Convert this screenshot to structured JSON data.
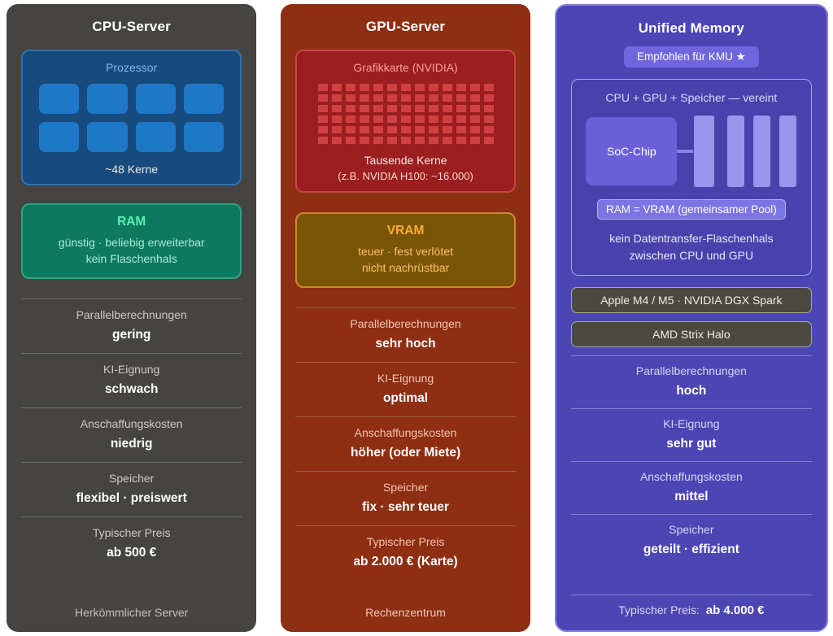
{
  "colors": {
    "cpu_card_bg": "#454441",
    "gpu_card_bg": "#8e2e12",
    "unified_card_bg": "#4c45b4",
    "processor_accent": "#1e78c8",
    "ram_accent": "#2aa583",
    "gpu_core_accent": "#d04040",
    "vram_accent": "#ffaa33",
    "unified_accent": "#7c74e3"
  },
  "cpu": {
    "title": "CPU-Server",
    "processor": {
      "label": "Prozessor",
      "cores_caption": "~48 Kerne"
    },
    "ram": {
      "title": "RAM",
      "line1": "günstig · beliebig erweiterbar",
      "line2": "kein Flaschenhals"
    },
    "specs": [
      {
        "label": "Parallelberechnungen",
        "value": "gering"
      },
      {
        "label": "KI-Eignung",
        "value": "schwach"
      },
      {
        "label": "Anschaffungskosten",
        "value": "niedrig"
      },
      {
        "label": "Speicher",
        "value": "flexibel · preiswert"
      },
      {
        "label": "Typischer Preis",
        "value": "ab 500 €"
      }
    ],
    "footer": "Herkömmlicher Server"
  },
  "gpu": {
    "title": "GPU-Server",
    "graphics_card": {
      "label": "Grafikkarte (NVIDIA)",
      "caption1": "Tausende Kerne",
      "caption2": "(z.B. NVIDIA H100: ~16.000)"
    },
    "vram": {
      "title": "VRAM",
      "line1": "teuer · fest verlötet",
      "line2": "nicht nachrüstbar"
    },
    "specs": [
      {
        "label": "Parallelberechnungen",
        "value": "sehr hoch"
      },
      {
        "label": "KI-Eignung",
        "value": "optimal"
      },
      {
        "label": "Anschaffungskosten",
        "value": "höher (oder Miete)"
      },
      {
        "label": "Speicher",
        "value": "fix · sehr teuer"
      },
      {
        "label": "Typischer Preis",
        "value": "ab 2.000 € (Karte)"
      }
    ],
    "footer": "Rechenzentrum"
  },
  "unified": {
    "title": "Unified Memory",
    "badge": "Empfohlen für KMU ★",
    "diagram": {
      "caption": "CPU + GPU + Speicher — vereint",
      "soc_label": "SoC-Chip",
      "pool_label": "RAM = VRAM (gemeinsamer Pool)",
      "note1": "kein Datentransfer-Flaschenhals",
      "note2": "zwischen CPU und GPU"
    },
    "products": [
      "Apple M4 / M5 · NVIDIA DGX Spark",
      "AMD Strix Halo"
    ],
    "specs": [
      {
        "label": "Parallelberechnungen",
        "value": "hoch"
      },
      {
        "label": "KI-Eignung",
        "value": "sehr gut"
      },
      {
        "label": "Anschaffungskosten",
        "value": "mittel"
      },
      {
        "label": "Speicher",
        "value": "geteilt · effizient"
      }
    ],
    "footer": {
      "label": "Typischer Preis:",
      "value": "ab 4.000 €"
    }
  }
}
